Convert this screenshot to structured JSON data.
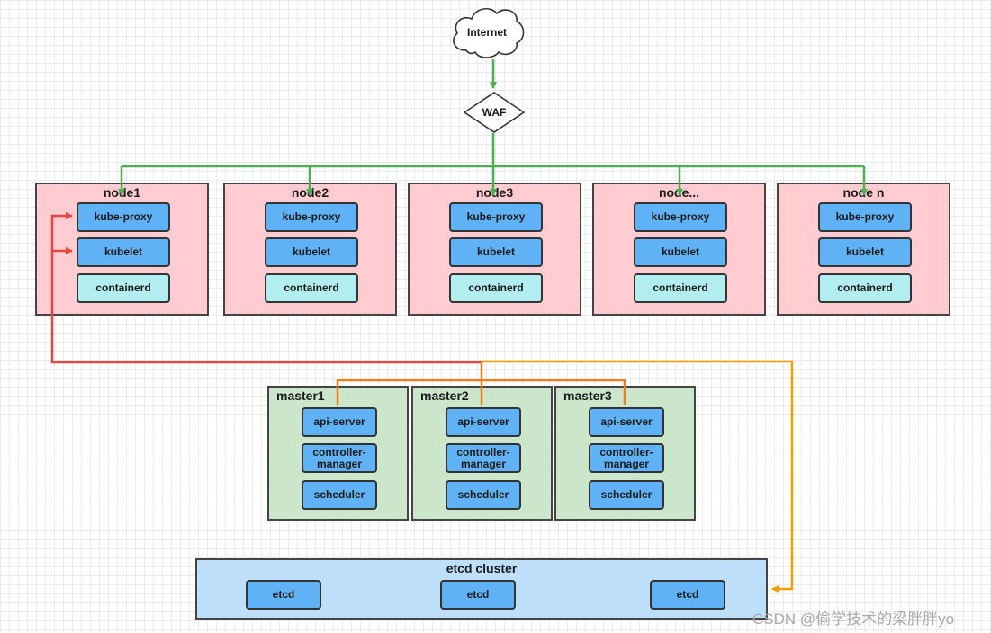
{
  "internet": {
    "label": "Internet"
  },
  "waf": {
    "label": "WAF"
  },
  "nodes": [
    {
      "title": "node1",
      "components": [
        "kube-proxy",
        "kubelet",
        "containerd"
      ]
    },
    {
      "title": "node2",
      "components": [
        "kube-proxy",
        "kubelet",
        "containerd"
      ]
    },
    {
      "title": "node3",
      "components": [
        "kube-proxy",
        "kubelet",
        "containerd"
      ]
    },
    {
      "title": "node...",
      "components": [
        "kube-proxy",
        "kubelet",
        "containerd"
      ]
    },
    {
      "title": "node n",
      "components": [
        "kube-proxy",
        "kubelet",
        "containerd"
      ]
    }
  ],
  "masters": [
    {
      "title": "master1",
      "components": [
        "api-server",
        "controller-manager",
        "scheduler"
      ]
    },
    {
      "title": "master2",
      "components": [
        "api-server",
        "controller-manager",
        "scheduler"
      ]
    },
    {
      "title": "master3",
      "components": [
        "api-server",
        "controller-manager",
        "scheduler"
      ]
    }
  ],
  "etcd": {
    "title": "etcd cluster",
    "members": [
      "etcd",
      "etcd",
      "etcd"
    ]
  },
  "watermark": "CSDN @偷学技术的梁胖胖yo",
  "colors": {
    "node_fill": "#ffccd2",
    "master_fill": "#cce6cc",
    "etcd_fill": "#bddff9",
    "component_blue": "#5fb2f5",
    "component_cyan": "#b2eef0",
    "internet_link": "#4caf50",
    "node_to_master_link": "#e8453c",
    "master_link": "#f07f1a",
    "etcd_link": "#f5a000"
  }
}
